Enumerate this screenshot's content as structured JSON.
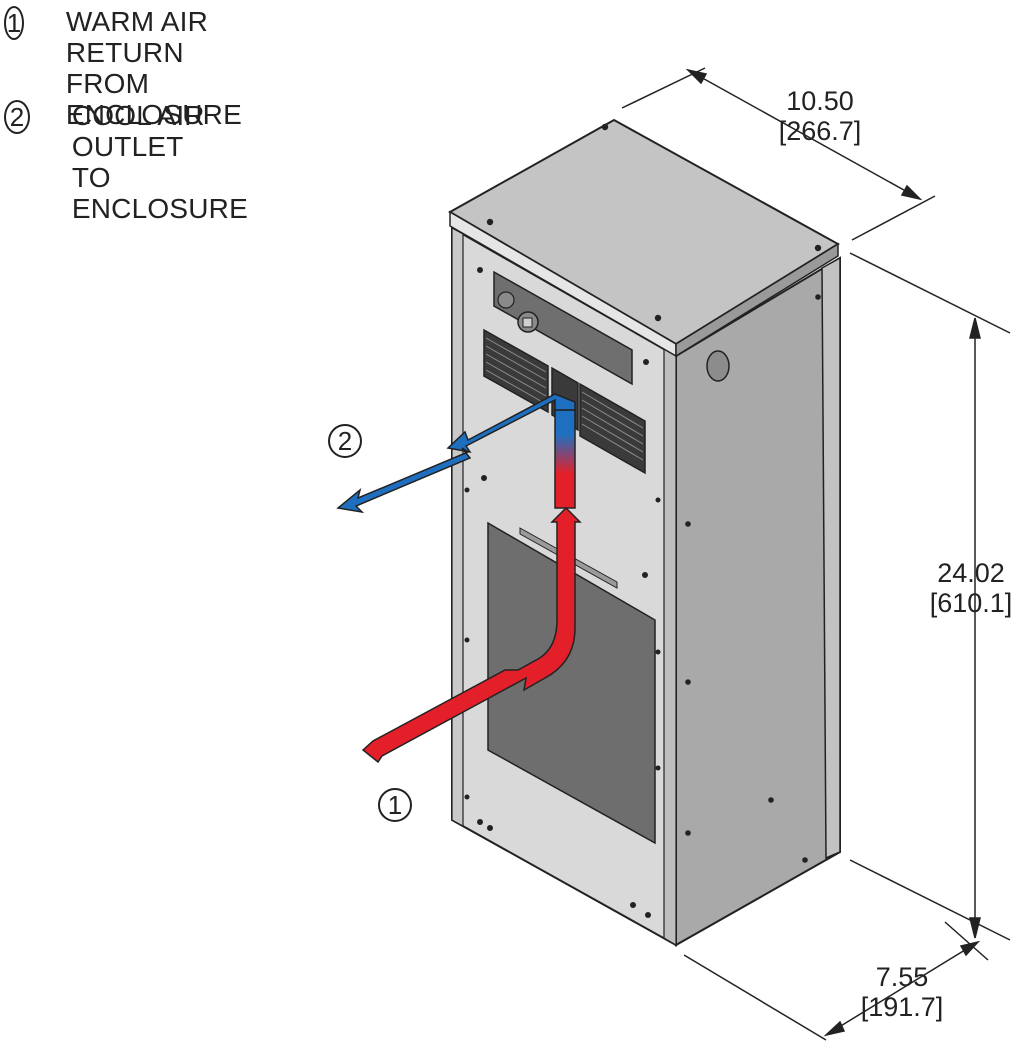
{
  "legend": [
    {
      "number": "1",
      "line1": "WARM AIR RETURN FROM",
      "line2": "ENCLOSURE"
    },
    {
      "number": "2",
      "line1": "COOL AIR OUTLET",
      "line2": "TO ENCLOSURE"
    }
  ],
  "dimensions": {
    "width": {
      "inch": "10.50",
      "mm": "[266.7]"
    },
    "height": {
      "inch": "24.02",
      "mm": "[610.1]"
    },
    "depth": {
      "inch": "7.55",
      "mm": "[191.7]"
    }
  },
  "callouts": {
    "warm": "1",
    "cool": "2"
  },
  "colors": {
    "warm_arrow": "#e3202a",
    "cool_arrow": "#1f6fc0",
    "panel": "#d6d6d6",
    "panel_dark": "#a9a9a9",
    "outline": "#222222"
  }
}
